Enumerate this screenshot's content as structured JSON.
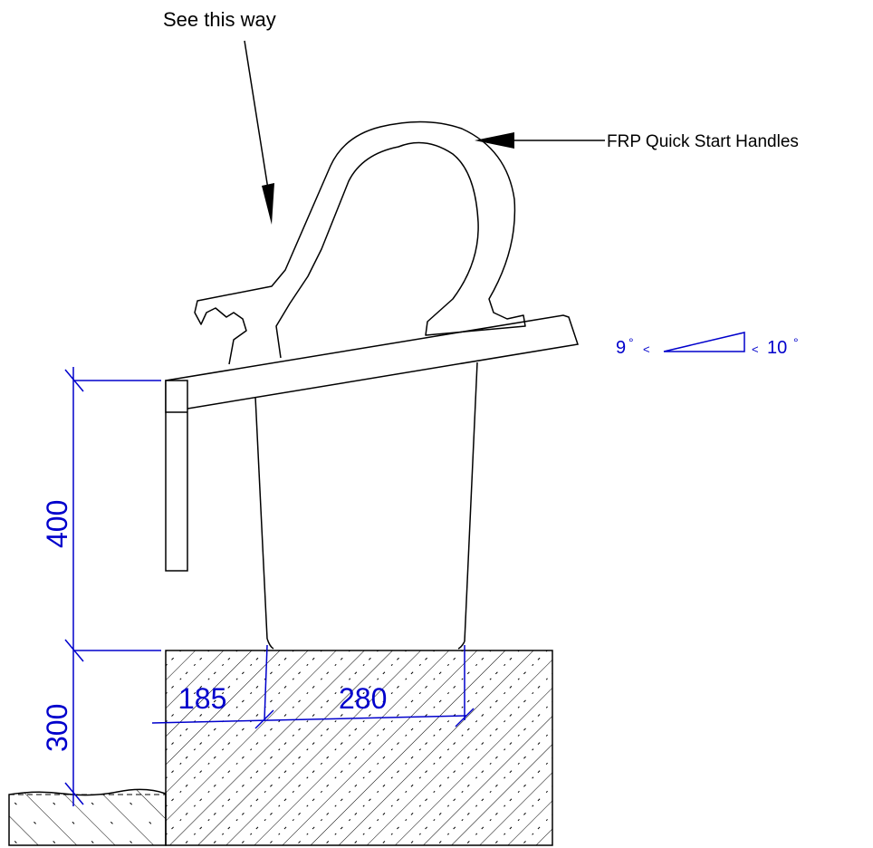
{
  "drawing": {
    "annotations": {
      "view_direction": "See this way",
      "handle_label": "FRP Quick Start Handles"
    },
    "dimensions": {
      "height_upper": "400",
      "height_lower": "300",
      "offset_width": "185",
      "base_width": "280"
    },
    "slope": {
      "min_label": "9",
      "min_symbol": "<",
      "max_symbol": "<",
      "max_label": "10",
      "degree_mark": "°"
    }
  },
  "colors": {
    "line": "#000000",
    "dimension": "#0000cc",
    "background": "#ffffff"
  }
}
